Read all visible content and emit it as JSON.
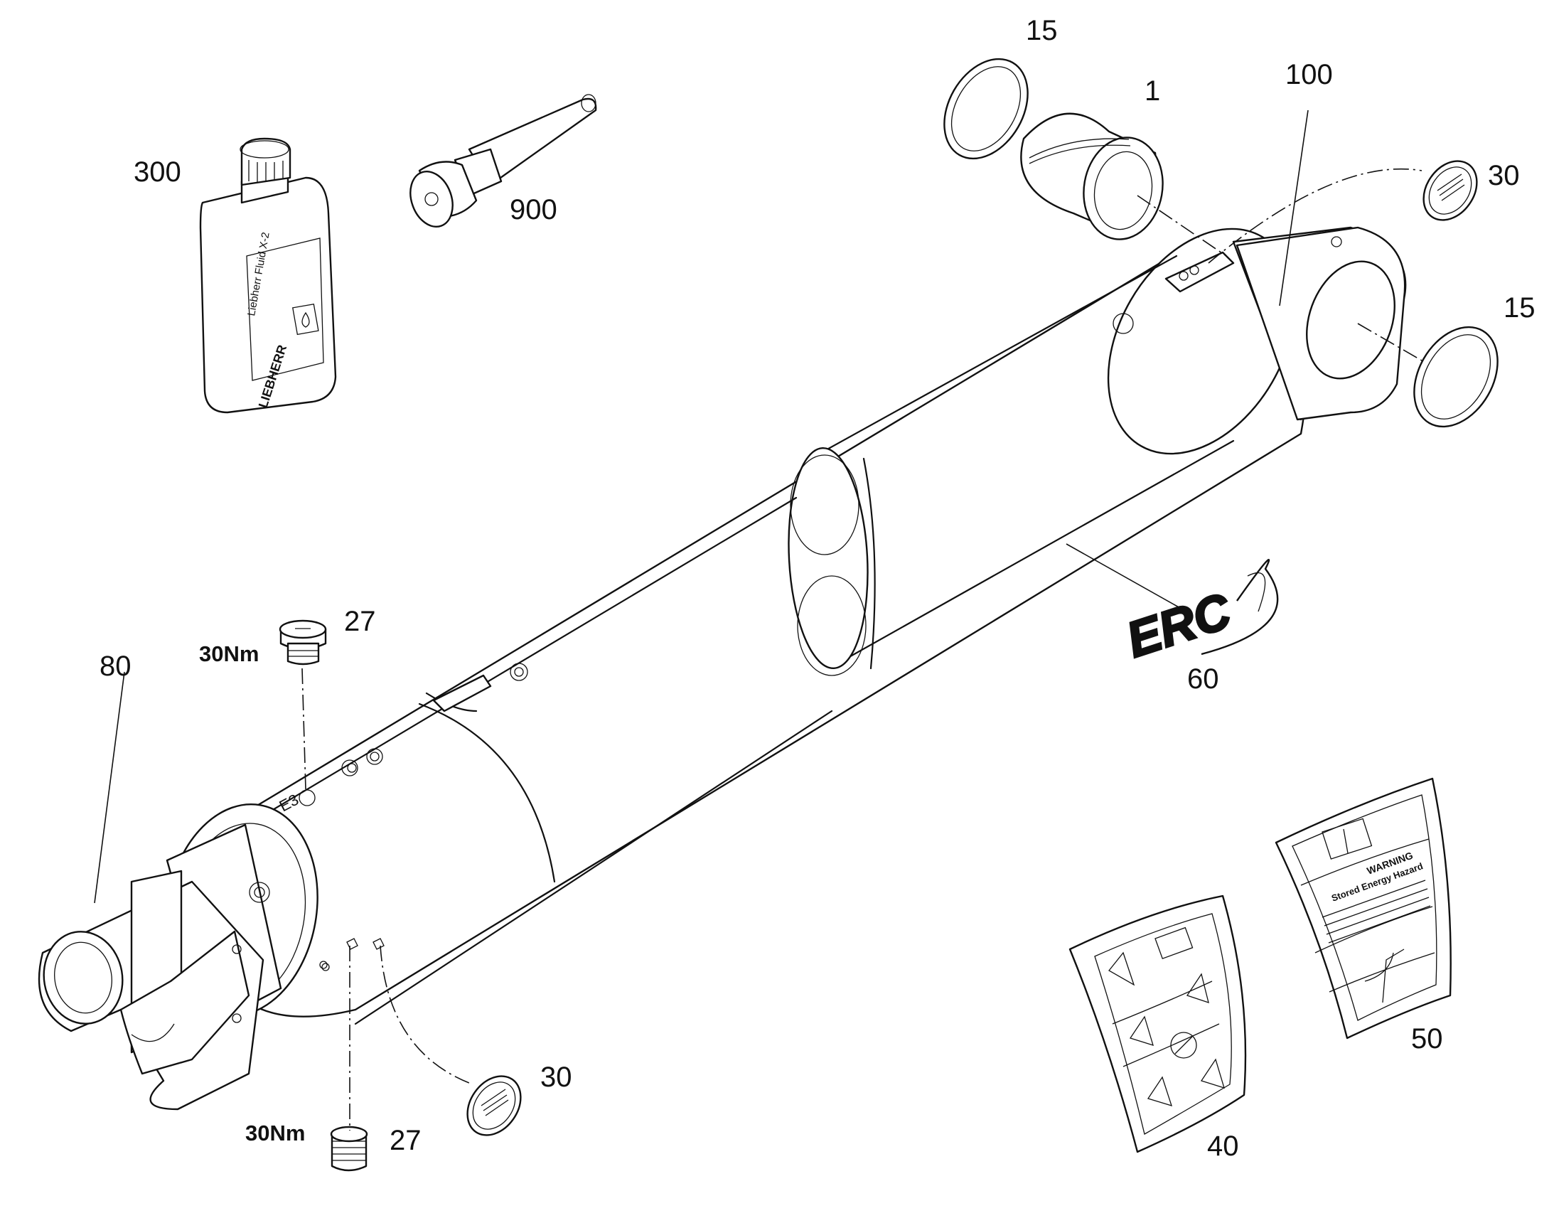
{
  "callouts": {
    "c_15_top": "15",
    "c_1": "1",
    "c_100": "100",
    "c_30_top": "30",
    "c_15_right": "15",
    "c_300": "300",
    "c_900": "900",
    "c_27_top": "27",
    "c_80": "80",
    "c_60": "60",
    "c_50": "50",
    "c_40": "40",
    "c_30_bottom": "30",
    "c_27_bottom": "27"
  },
  "torque": {
    "top": "30Nm",
    "bottom": "30Nm"
  },
  "markings": {
    "bottle_label": "Liebherr Fluid X-2",
    "bottle_brand": "LIEBHERR",
    "erc_logo": "ERC",
    "port_mark": "E3",
    "decal_50_title": "WARNING",
    "decal_50_subtitle": "Stored Energy Hazard"
  },
  "colors": {
    "line": "#111111",
    "background": "#ffffff"
  },
  "icons": [
    "oil-bottle",
    "grease-nipple",
    "seal-ring",
    "bushing",
    "hydraulic-cylinder",
    "plug-screw",
    "grease-decal",
    "warning-decal",
    "erc-logo"
  ]
}
